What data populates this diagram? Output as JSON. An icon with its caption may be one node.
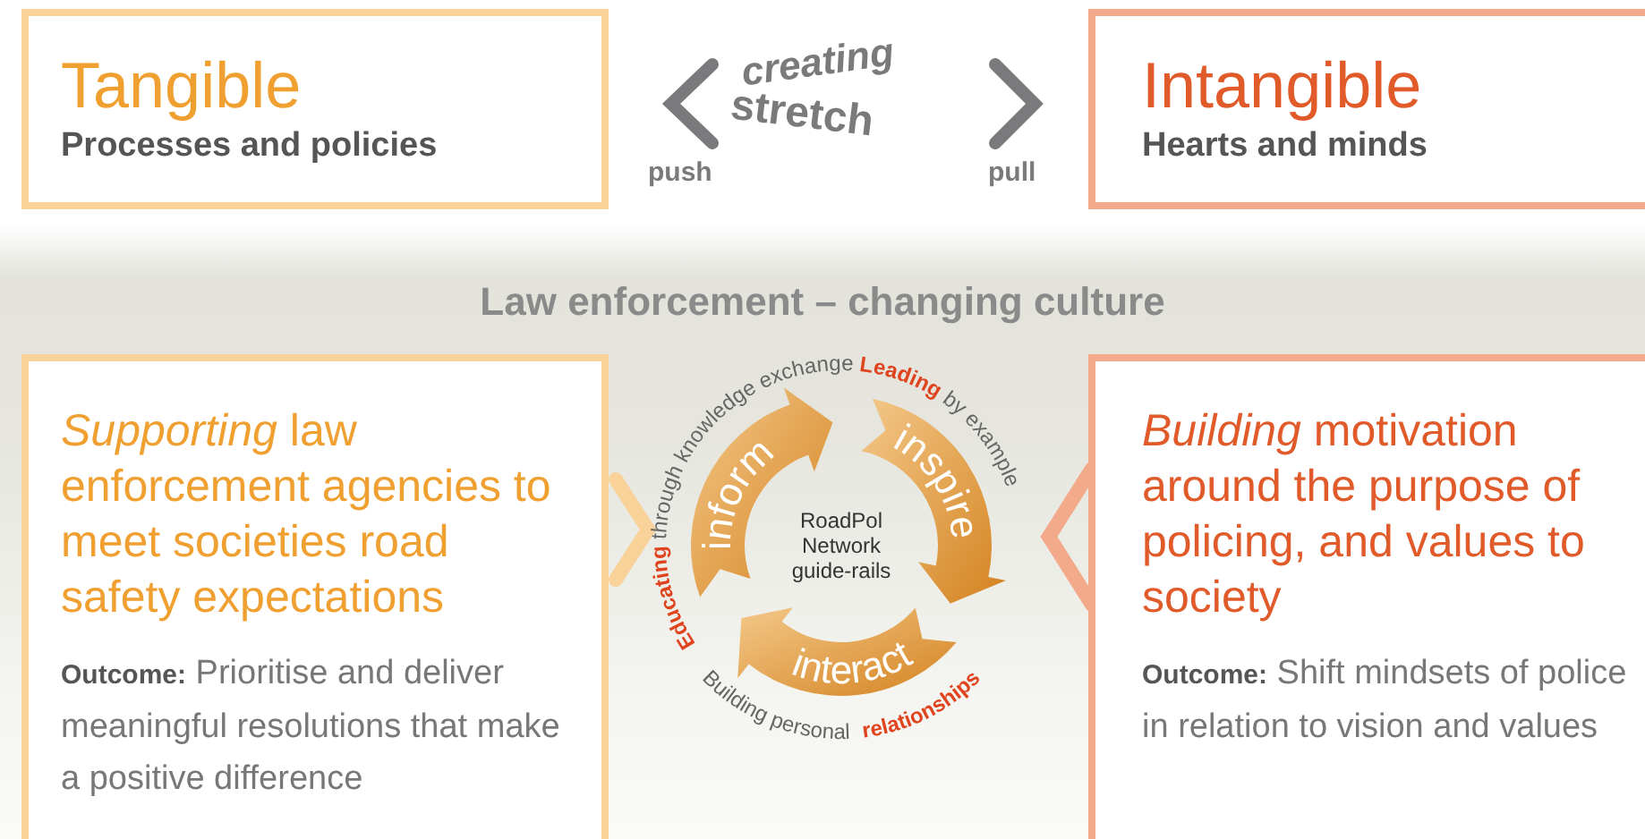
{
  "diagram": {
    "title": "Law enforcement – changing culture",
    "nodes": [
      {
        "text": [
          "Tangible",
          "Processes and policies"
        ]
      },
      {
        "text": [
          "Intangible",
          "Hearts and minds"
        ]
      },
      {
        "text": [
          "*Supporting* law enforcement agencies to meet societies road safety expectations",
          "**Outcome:** Prioritise and deliver meaningful resolutions that make a positive difference"
        ]
      },
      {
        "text": [
          "*Building* motivation around the purpose of policing, and values to society",
          "**Outcome:** Shift mindsets of police in relation to vision and values"
        ]
      }
    ],
    "edges": [],
    "labels": [
      "creating",
      "stretch",
      "push",
      "pull",
      "**Leading** by example",
      "Educating",
      "through knowledge exchange",
      "inform",
      "inspire",
      "RoadPol Network guide-rails",
      "interact",
      "Building personal **relationships**"
    ]
  }
}
